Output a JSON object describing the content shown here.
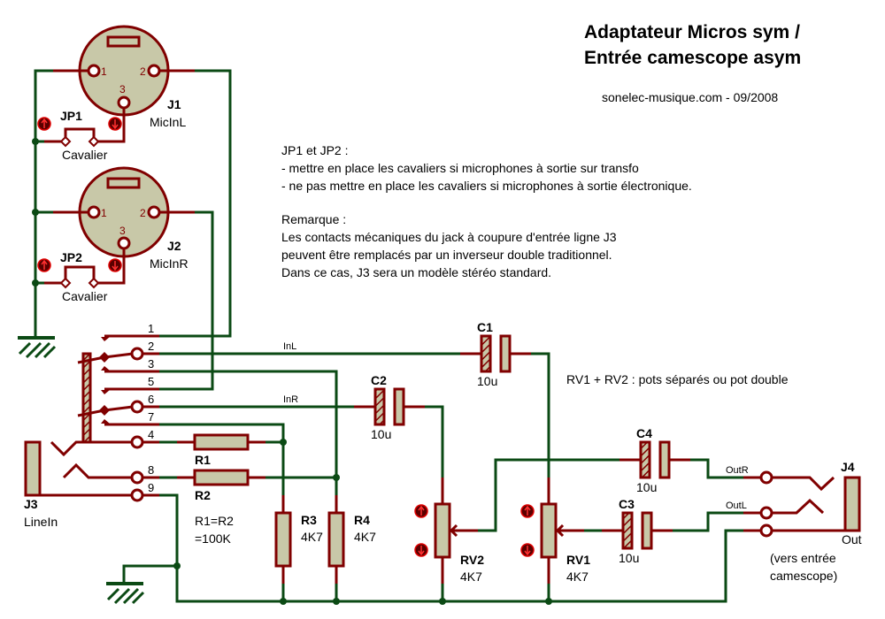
{
  "title": {
    "line1": "Adaptateur Micros sym /",
    "line2": "Entrée camescope asym",
    "credit": "sonelec-musique.com - 09/2008"
  },
  "notes": {
    "jumpers": [
      "JP1 et JP2 :",
      "- mettre en place les cavaliers si microphones à sortie sur transfo",
      "- ne pas mettre en place les cavaliers si microphones à sortie électronique."
    ],
    "remark": [
      "Remarque :",
      "Les contacts mécaniques du jack à coupure d'entrée ligne J3",
      "peuvent être remplacés par un inverseur double traditionnel.",
      "Dans ce cas, J3 sera un modèle stéréo standard."
    ],
    "pots": "RV1 + RV2 : pots séparés ou pot double",
    "resistor_eq_1": "R1=R2",
    "resistor_eq_2": "=100K",
    "output_note_1": "(vers entrée",
    "output_note_2": "camescope)"
  },
  "components": {
    "J1": {
      "ref": "J1",
      "value": "MicInL",
      "pin1": "1",
      "pin2": "2",
      "pin3": "3"
    },
    "J2": {
      "ref": "J2",
      "value": "MicInR",
      "pin1": "1",
      "pin2": "2",
      "pin3": "3"
    },
    "JP1": {
      "ref": "JP1",
      "value": "Cavalier"
    },
    "JP2": {
      "ref": "JP2",
      "value": "Cavalier"
    },
    "J3": {
      "ref": "J3",
      "value": "LineIn",
      "pins": [
        "1",
        "2",
        "3",
        "5",
        "6",
        "7",
        "4",
        "8",
        "9"
      ]
    },
    "J4": {
      "ref": "J4",
      "value": "Out"
    },
    "R1": {
      "ref": "R1"
    },
    "R2": {
      "ref": "R2"
    },
    "R3": {
      "ref": "R3",
      "value": "4K7"
    },
    "R4": {
      "ref": "R4",
      "value": "4K7"
    },
    "RV1": {
      "ref": "RV1",
      "value": "4K7"
    },
    "RV2": {
      "ref": "RV2",
      "value": "4K7"
    },
    "C1": {
      "ref": "C1",
      "value": "10u"
    },
    "C2": {
      "ref": "C2",
      "value": "10u"
    },
    "C3": {
      "ref": "C3",
      "value": "10u"
    },
    "C4": {
      "ref": "C4",
      "value": "10u"
    }
  },
  "nets": {
    "inL": "InL",
    "inR": "InR",
    "outR": "OutR",
    "outL": "OutL"
  },
  "colors": {
    "wire": "#0b4a14",
    "pin": "#800000",
    "body": "#c8c8a8"
  }
}
